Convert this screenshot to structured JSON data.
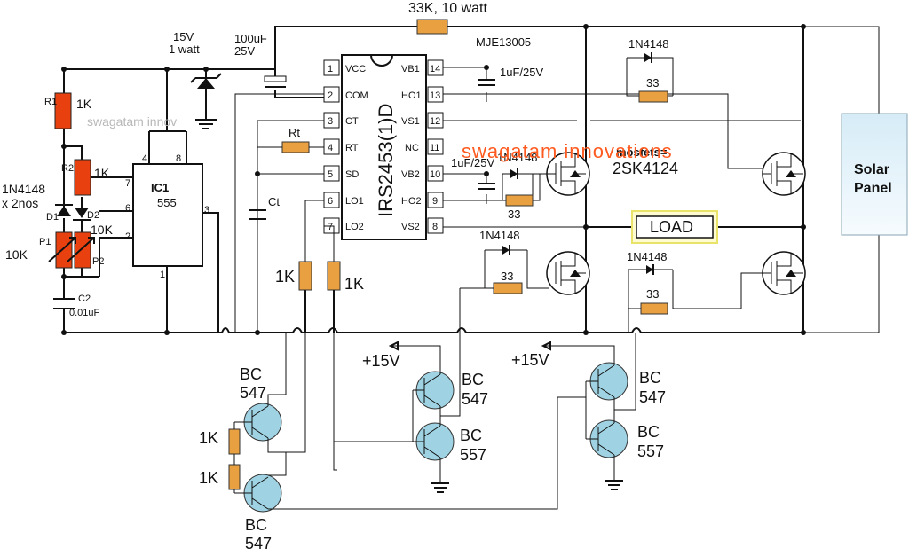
{
  "labels": {
    "r_top": "33K, 10 watt",
    "zener_v": "15V",
    "zener_w": "1 watt",
    "cap_top_v": "100uF",
    "cap_top_volt": "25V",
    "mje": "MJE13005",
    "d_top": "1N4148",
    "r33_top": "33",
    "cap_vb1": "1uF/25V",
    "cap_vb2": "1uF/25V",
    "d_ho2": "1N4148",
    "r33_ho2": "33",
    "mosfets": "mosfets=",
    "mosfet_part": "2SK4124",
    "load": "LOAD",
    "d_lo2": "1N4148",
    "r33_lo2": "33",
    "d_right_low": "1N4148",
    "r33_right_low": "33",
    "solar_line1": "Solar",
    "solar_line2": "Panel",
    "r1": "R1",
    "r1_val": "1K",
    "r2": "R2",
    "r2_val": "1K",
    "d1": "D1",
    "d2": "D2",
    "diode_part": "1N4148",
    "diode_qty": "x 2nos",
    "p1": "P1",
    "p2": "P2",
    "p1_val": "10K",
    "p2_val": "10K",
    "c2": "C2",
    "c2_val": "0.01uF",
    "ic1": "IC1",
    "ic1_part": "555",
    "rt": "Rt",
    "ct": "Ct",
    "ic2_part": "IRS2453(1)D",
    "r_lo1": "1K",
    "r_lo2": "1K",
    "plus15_a": "+15V",
    "plus15_b": "+15V",
    "bc547_a1": "BC",
    "bc547_a2": "547",
    "bc557_a1": "BC",
    "bc557_a2": "557",
    "bc547_b1": "BC",
    "bc547_b2": "547",
    "bc557_b1": "BC",
    "bc557_b2": "557",
    "bc547_c1": "BC",
    "bc547_c2": "547",
    "bc547_d1": "BC",
    "bc547_d2": "547",
    "r_1k_a": "1K",
    "r_1k_b": "1K",
    "wm_main": "swagatam innovations",
    "wm_small": "swagatam innov"
  },
  "ic1_pins": {
    "p4": "4",
    "p8": "8",
    "p7": "7",
    "p6": "6",
    "p2": "2",
    "p3": "3",
    "p1": "1"
  },
  "ic2_pins_left": [
    {
      "num": "1",
      "name": "VCC"
    },
    {
      "num": "2",
      "name": "COM"
    },
    {
      "num": "3",
      "name": "CT"
    },
    {
      "num": "4",
      "name": "RT"
    },
    {
      "num": "5",
      "name": "SD"
    },
    {
      "num": "6",
      "name": "LO1"
    },
    {
      "num": "7",
      "name": "LO2"
    }
  ],
  "ic2_pins_right": [
    {
      "num": "14",
      "name": "VB1"
    },
    {
      "num": "13",
      "name": "HO1"
    },
    {
      "num": "12",
      "name": "VS1"
    },
    {
      "num": "11",
      "name": "NC"
    },
    {
      "num": "10",
      "name": "VB2"
    },
    {
      "num": "9",
      "name": "HO2"
    },
    {
      "num": "8",
      "name": "VS2"
    }
  ],
  "colors": {
    "resistor": "#e8a040",
    "resistor_red": "#e8410f",
    "transistor": "#9fd3e3",
    "load_bg": "#fffbd0",
    "load_border": "#e9e36a",
    "watermark": "#ff5a1f",
    "panel": "#e3f1fa"
  }
}
